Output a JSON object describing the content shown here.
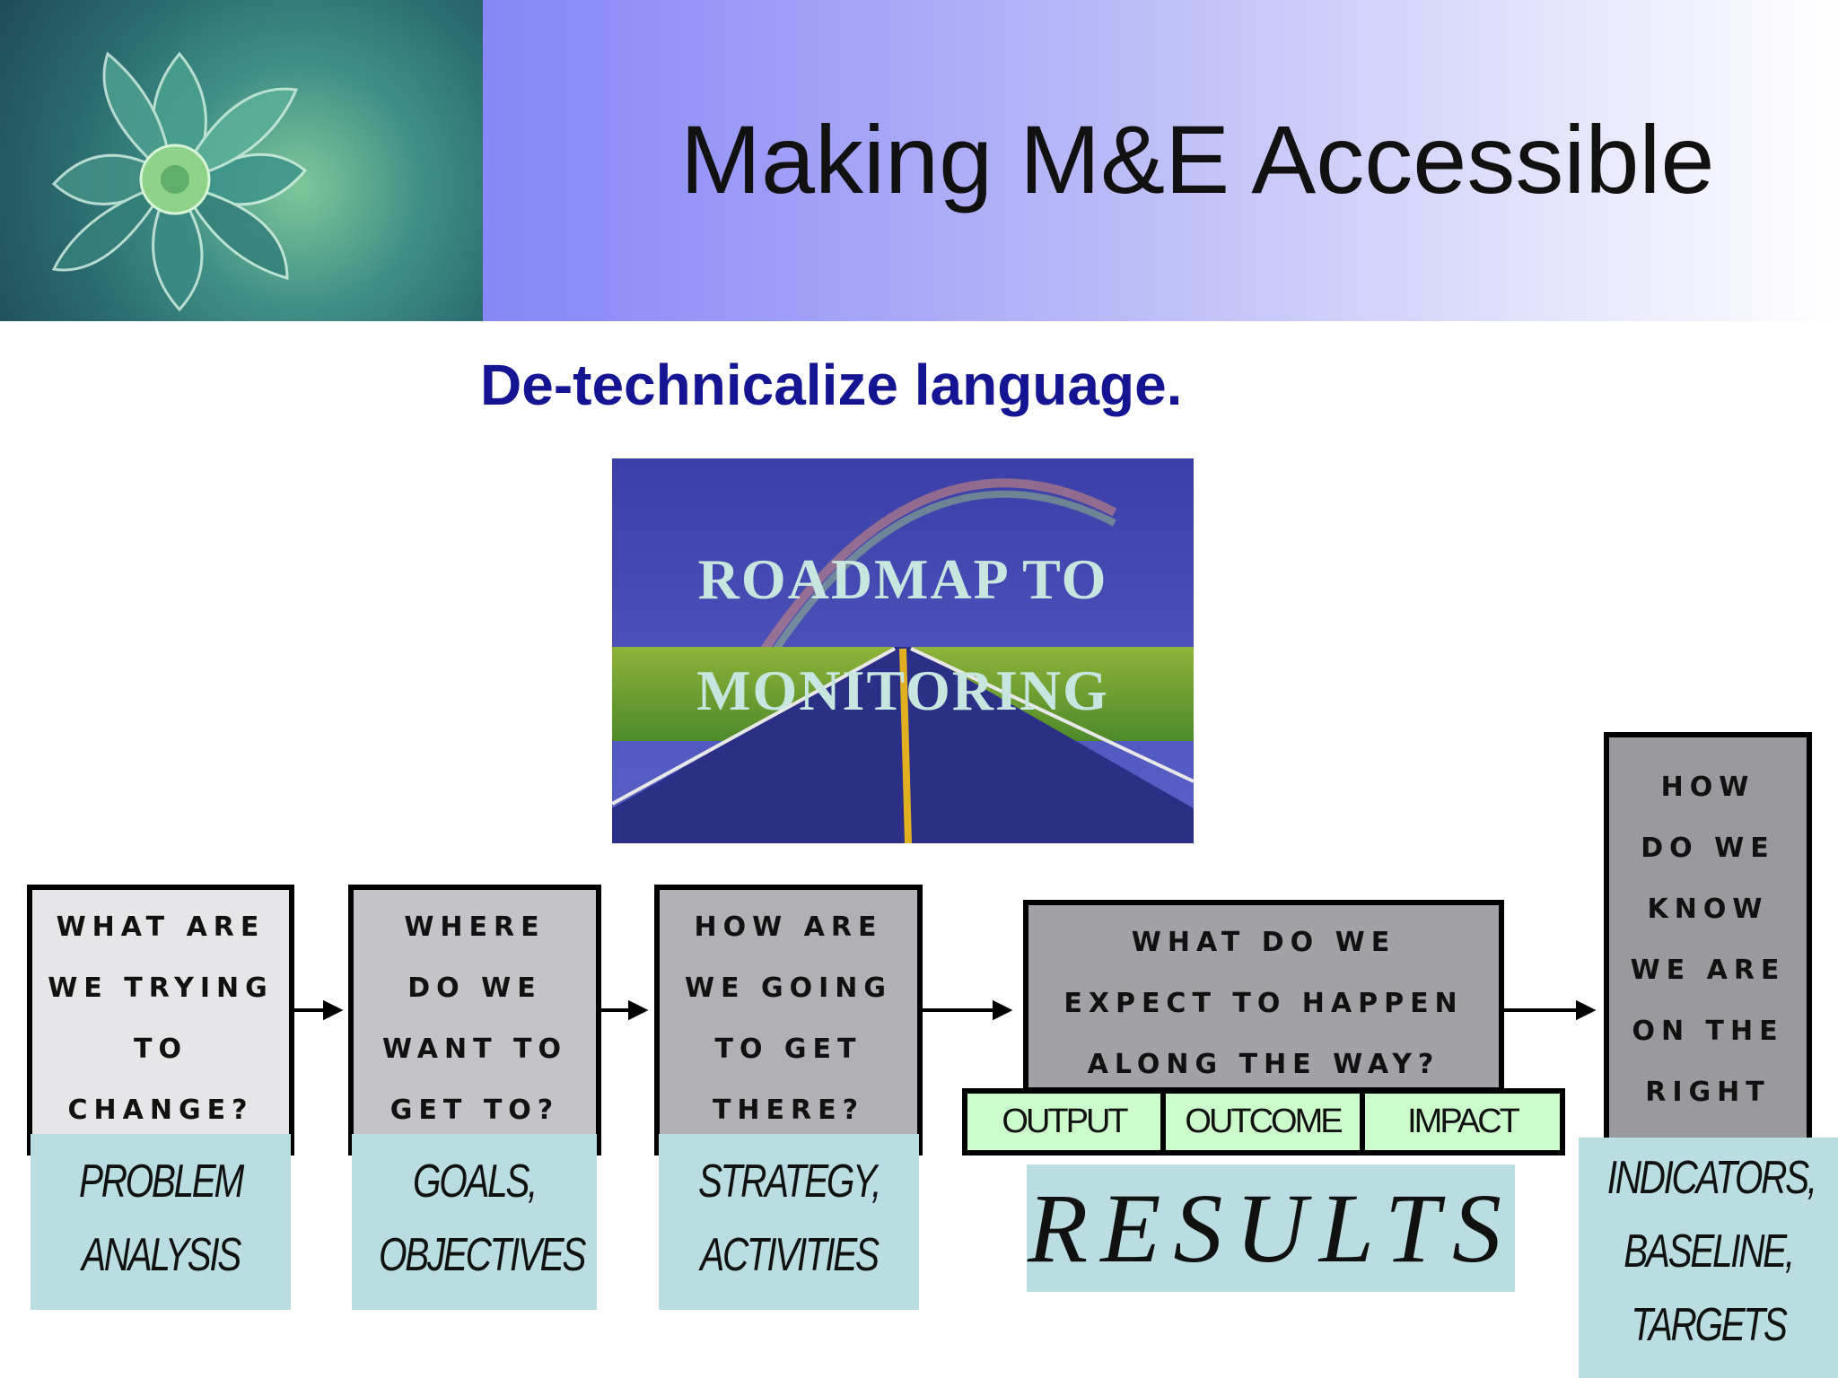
{
  "slide": {
    "title": "Making M&E Accessible",
    "subtitle": "De-technicalize language."
  },
  "roadmap": {
    "line1": "ROADMAP  TO",
    "line2": "MONITORING"
  },
  "questions": [
    {
      "lines": [
        "What are",
        "we trying",
        "to",
        "change?"
      ]
    },
    {
      "lines": [
        "Where",
        "do we",
        "want to",
        "get to?"
      ]
    },
    {
      "lines": [
        "How are",
        "we going",
        "to get",
        "there?"
      ]
    },
    {
      "lines": [
        "What do we",
        "expect to happen",
        "along the way?"
      ]
    },
    {
      "lines": [
        "How",
        "do we",
        "know",
        "we are",
        "on the",
        "right"
      ]
    }
  ],
  "answers": [
    {
      "lines": [
        "PROBLEM",
        "ANALYSIS"
      ]
    },
    {
      "lines": [
        "GOALS,",
        "OBJECTIVES"
      ]
    },
    {
      "lines": [
        "STRATEGY,",
        "ACTIVITIES"
      ]
    },
    {
      "lines": [
        "INDICATORS,",
        "BASELINE,",
        "TARGETS"
      ]
    }
  ],
  "results": {
    "label": "RESULTS",
    "cells": [
      "OUTPUT",
      "OUTCOME",
      "IMPACT"
    ]
  },
  "colors": {
    "banner_start": "#6f6ff5",
    "subtitle": "#151593",
    "answer_bg": "#b9dde1",
    "results_cell_bg": "#ccfccc"
  }
}
